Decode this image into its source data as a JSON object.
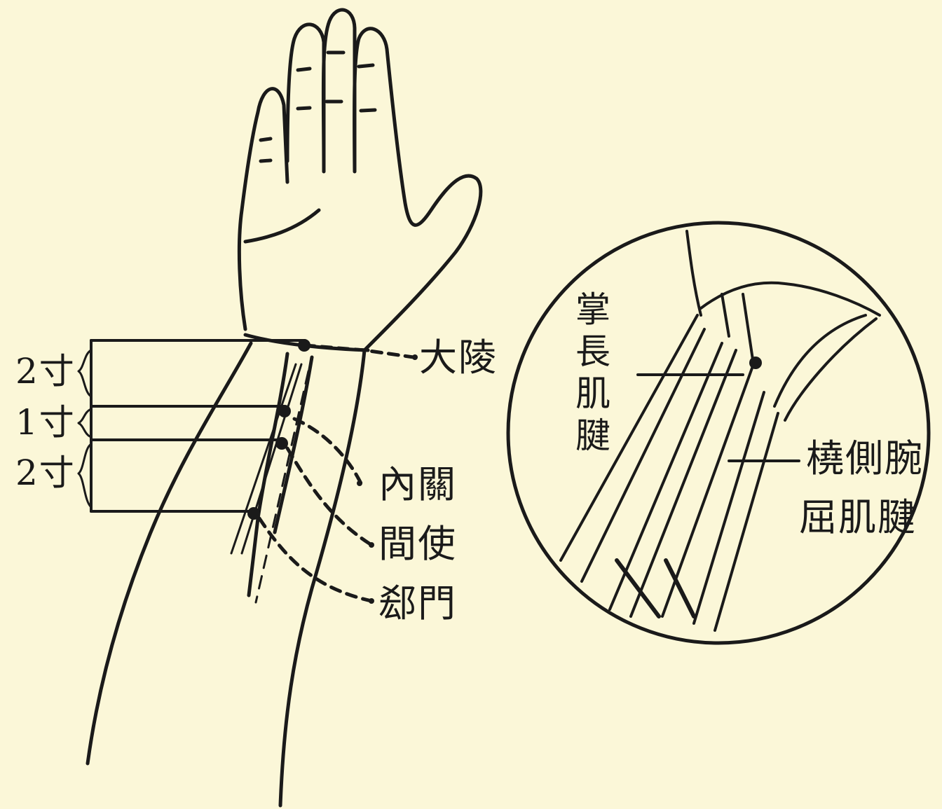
{
  "diagram": {
    "measurements": [
      {
        "label": "2寸"
      },
      {
        "label": "1寸"
      },
      {
        "label": "2寸"
      }
    ],
    "points": [
      {
        "label": "大陵"
      },
      {
        "label": "內關"
      },
      {
        "label": "間使"
      },
      {
        "label": "郄門"
      }
    ],
    "inset": {
      "tendon_left": "掌長肌腱",
      "tendon_right_line1": "橈側腕",
      "tendon_right_line2": "屈肌腱"
    },
    "colors": {
      "background": "#fbf7d8",
      "ink": "#1a1a1a"
    }
  }
}
